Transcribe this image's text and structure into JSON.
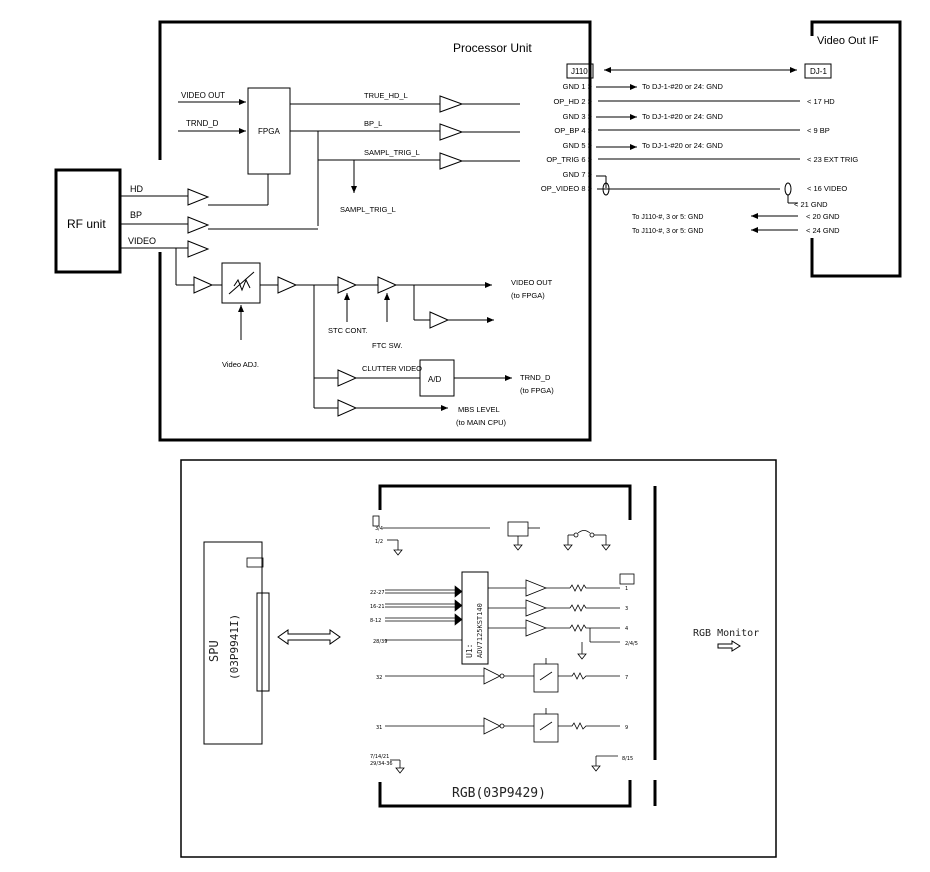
{
  "top": {
    "processor_title": "Processor Unit",
    "videoout_title": "Video Out IF",
    "rf_unit": "RF unit",
    "rf_hd": "HD",
    "rf_bp": "BP",
    "rf_video": "VIDEO",
    "video_out_in": "VIDEO OUT",
    "trnd_d_in": "TRND_D",
    "fpga": "FPGA",
    "true_hd_l": "TRUE_HD_L",
    "bp_l": "BP_L",
    "sampl_trig_l": "SAMPL_TRIG_L",
    "sampl_trig_l_down": "SAMPL_TRIG_L",
    "j110": "J110",
    "dj1": "DJ-1",
    "pins": [
      {
        "left": "GND  1 >",
        "note": "To DJ-1-#20 or 24: GND",
        "right": ""
      },
      {
        "left": "OP_HD  2 >",
        "note": "",
        "right": "< 17  HD"
      },
      {
        "left": "GND  3 >",
        "note": "To DJ-1-#20 or 24: GND",
        "right": ""
      },
      {
        "left": "OP_BP  4 >",
        "note": "",
        "right": "< 9  BP"
      },
      {
        "left": "GND  5 >",
        "note": "To DJ-1-#20 or 24: GND",
        "right": ""
      },
      {
        "left": "OP_TRIG  6 >",
        "note": "",
        "right": "< 23  EXT TRIG"
      },
      {
        "left": "GND  7 >",
        "note": "",
        "right": ""
      },
      {
        "left": "OP_VIDEO  8 >",
        "note": "",
        "right": "< 16  VIDEO"
      }
    ],
    "gnd21": "< 21  GND",
    "gnd20_note": "To J110-#, 3 or 5: GND",
    "gnd20": "< 20  GND",
    "gnd24_note": "To J110-#, 3 or 5: GND",
    "gnd24": "< 24  GND",
    "video_adj": "Video ADJ.",
    "stc_cont": "STC CONT.",
    "ftc_sw": "FTC SW.",
    "video_out_fpga_1": "VIDEO OUT",
    "video_out_fpga_2": "(to FPGA)",
    "clutter_video": "CLUTTER VIDEO",
    "ad": "A/D",
    "trnd_d_out_1": "TRND_D",
    "trnd_d_out_2": "(to FPGA)",
    "mbs_level_1": "MBS LEVEL",
    "mbs_level_2": "(to MAIN CPU)"
  },
  "bottom": {
    "spu_1": "SPU",
    "spu_2": "(03P9941I)",
    "rgb_monitor": "RGB Monitor",
    "rgb_title": "RGB(03P9429)",
    "chip": "U1:",
    "chip2": "ADV7125KST140"
  }
}
